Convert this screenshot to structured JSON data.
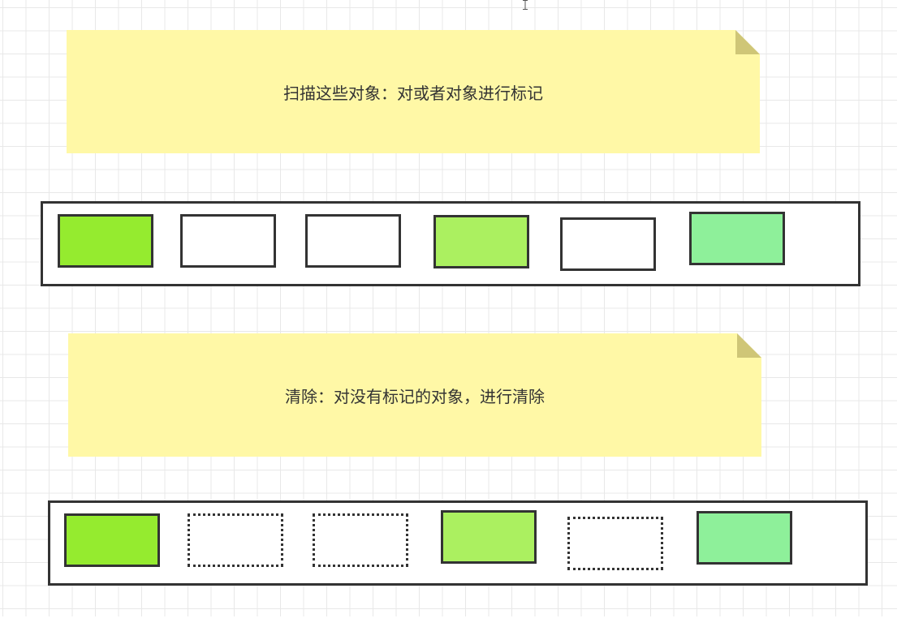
{
  "notes": [
    {
      "id": "scan",
      "text": "扫描这些对象：对或者对象进行标记",
      "fill": "#fff8a6"
    },
    {
      "id": "sweep",
      "text": "清除：对没有标记的对象，进行清除",
      "fill": "#fff8a6"
    }
  ],
  "rows": [
    {
      "stage": "mark",
      "objects": [
        {
          "style": "solid",
          "fill": "#95eb2f"
        },
        {
          "style": "solid",
          "fill": "#ffffff"
        },
        {
          "style": "solid",
          "fill": "#ffffff"
        },
        {
          "style": "solid",
          "fill": "#abf060"
        },
        {
          "style": "solid",
          "fill": "#ffffff"
        },
        {
          "style": "solid",
          "fill": "#8ef09a"
        }
      ]
    },
    {
      "stage": "sweep",
      "objects": [
        {
          "style": "solid",
          "fill": "#95eb2f"
        },
        {
          "style": "dotted",
          "fill": "none"
        },
        {
          "style": "dotted",
          "fill": "none"
        },
        {
          "style": "solid",
          "fill": "#abf060"
        },
        {
          "style": "dotted",
          "fill": "none"
        },
        {
          "style": "solid",
          "fill": "#8ef09a"
        }
      ]
    }
  ]
}
